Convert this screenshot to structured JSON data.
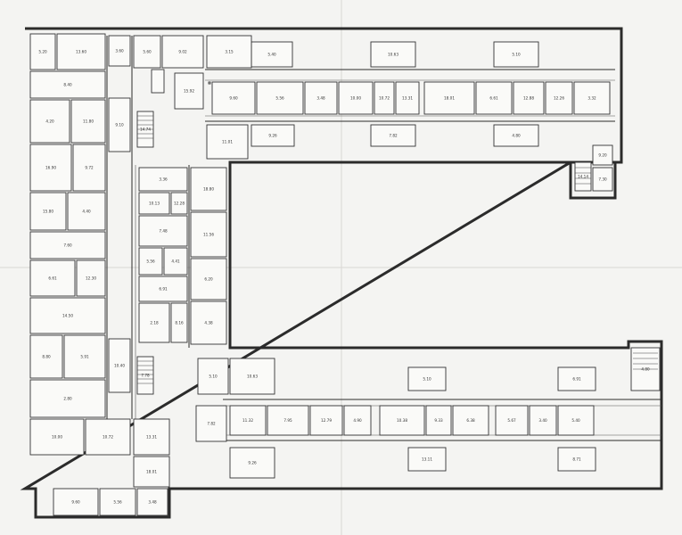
{
  "drawing": {
    "room_labels": [
      "5.40",
      "10.63",
      "5.10",
      "9.26",
      "7.82",
      "4.80",
      "9.60",
      "5.56",
      "3.48",
      "10.00",
      "10.72",
      "13.31",
      "18.01",
      "6.61",
      "12.88",
      "12.26",
      "3.32",
      "11.01",
      "14.14",
      "9.20",
      "7.30",
      "5.20",
      "13.60",
      "8.40",
      "4.20",
      "11.80",
      "16.90",
      "9.72",
      "15.80",
      "4.40",
      "7.60",
      "6.61",
      "12.30",
      "14.50",
      "8.80",
      "5.91",
      "2.80",
      "3.60",
      "9.10",
      "10.40",
      "14.74",
      "7.78",
      "3.36",
      "10.13",
      "12.28",
      "7.48",
      "5.56",
      "4.41",
      "6.91",
      "2.18",
      "8.16",
      "18.80",
      "11.56",
      "6.20",
      "4.38",
      "5.60",
      "9.02",
      "15.92",
      "3.15",
      "5.10",
      "6.91",
      "13.11",
      "8.71",
      "11.32",
      "7.95",
      "12.79",
      "4.90",
      "10.38",
      "9.33",
      "6.38",
      "5.67",
      "3.40"
    ]
  }
}
